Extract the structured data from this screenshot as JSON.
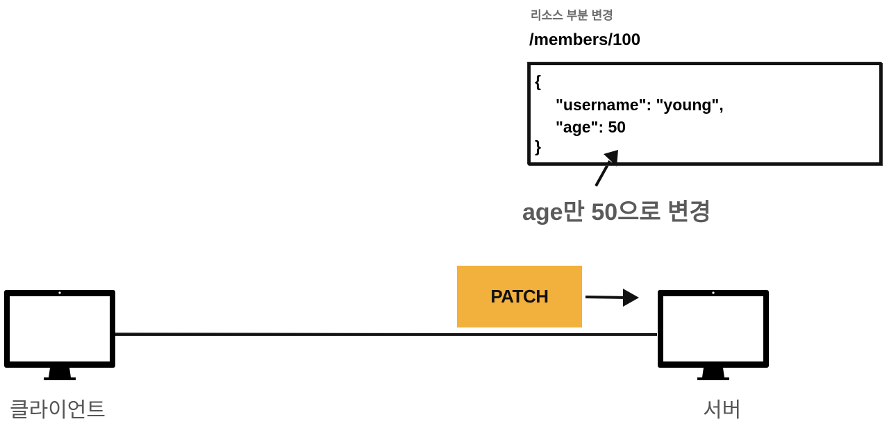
{
  "caption": "리소스 부분 변경",
  "resource_path": "/members/100",
  "json_body": {
    "lines": [
      "{",
      "\"username\": \"young\",",
      "\"age\": 50",
      "}"
    ]
  },
  "annotation": "age만 50으로 변경",
  "method_label": "PATCH",
  "client": {
    "label": "클라이언트"
  },
  "server": {
    "label": "서버"
  },
  "colors": {
    "method_box": "#f2b03d",
    "annotation_text": "#5b5b5b",
    "device_label": "#555555"
  }
}
